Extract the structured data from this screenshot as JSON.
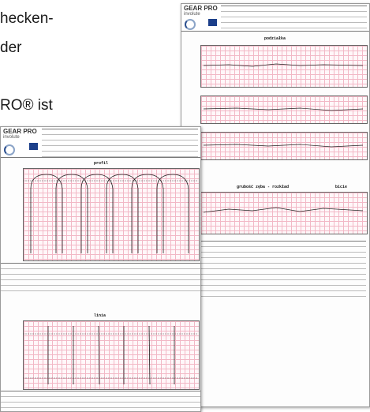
{
  "caption": {
    "line1": "hecken-",
    "line2": "der",
    "line3": "RO® ist"
  },
  "sheets": {
    "logo_title": "GEAR PRO",
    "logo_sub": "involute",
    "profile_title": "profil",
    "lead_title": "linia",
    "pitch_title": "podziałka",
    "runout_title": "bicie",
    "thickness_title": "grubość zęba - rozkład"
  },
  "colors": {
    "grid": "#f2b8c6",
    "zeiss": "#1c3f8a",
    "curve": "#1a1a1a"
  }
}
